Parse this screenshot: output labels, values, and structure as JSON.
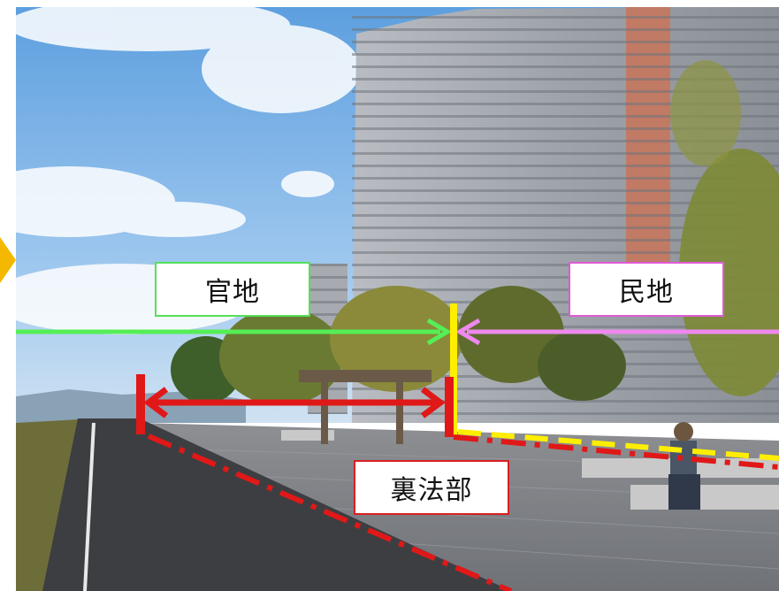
{
  "labels": {
    "kanchi": "官地",
    "minchi": "民地",
    "urahou": "裏法部"
  },
  "colors": {
    "kanchi_line": "#55ee55",
    "minchi_line": "#ee88ee",
    "boundary_line": "#ffee00",
    "urahou_marks": "#e01818",
    "side_marker": "#f4b800"
  }
}
